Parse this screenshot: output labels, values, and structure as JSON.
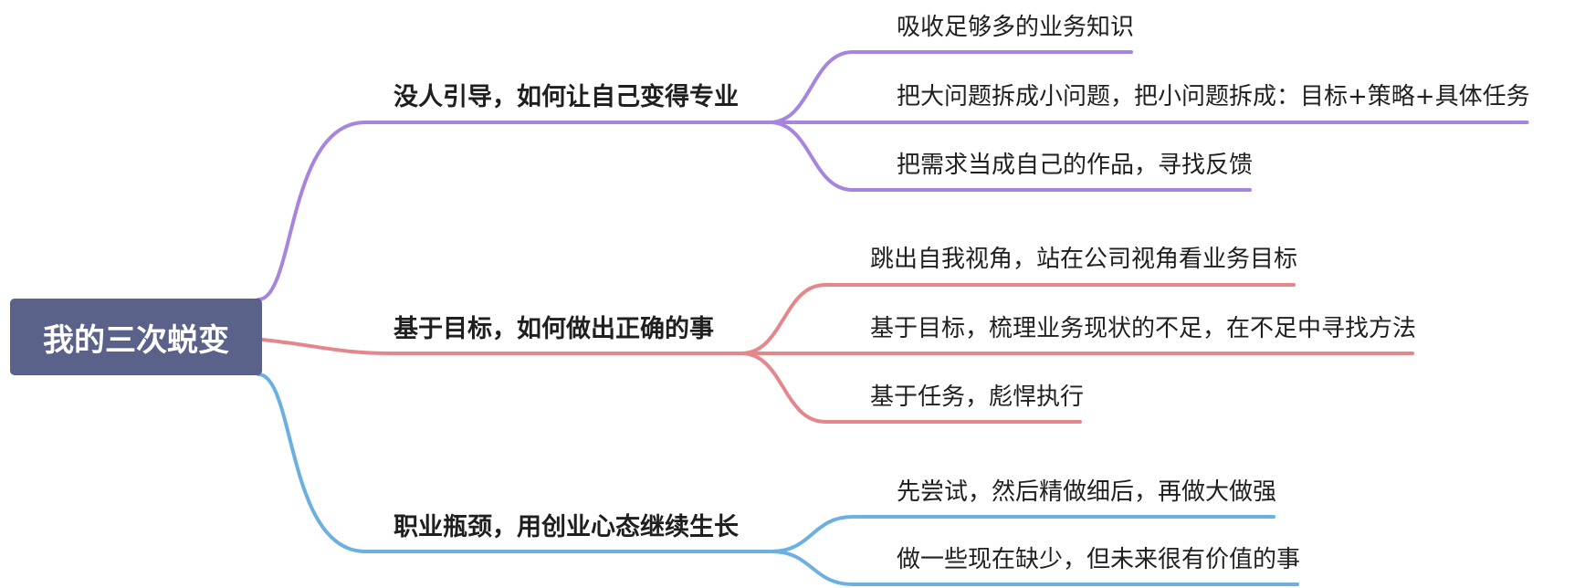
{
  "root": {
    "label": "我的三次蜕变",
    "color": "#5b6289"
  },
  "branches": [
    {
      "label": "没人引导，如何让自己变得专业",
      "color": "#a585dd",
      "leaves": [
        "吸收足够多的业务知识",
        "把大问题拆成小问题，把小问题拆成：目标+策略+具体任务",
        "把需求当成自己的作品，寻找反馈"
      ]
    },
    {
      "label": "基于目标，如何做出正确的事",
      "color": "#e5868a",
      "leaves": [
        "跳出自我视角，站在公司视角看业务目标",
        "基于目标，梳理业务现状的不足，在不足中寻找方法",
        "基于任务，彪悍执行"
      ]
    },
    {
      "label": "职业瓶颈，用创业心态继续生长",
      "color": "#6bb0e0",
      "leaves": [
        "先尝试，然后精做细后，再做大做强",
        "做一些现在缺少，但未来很有价值的事"
      ]
    }
  ]
}
